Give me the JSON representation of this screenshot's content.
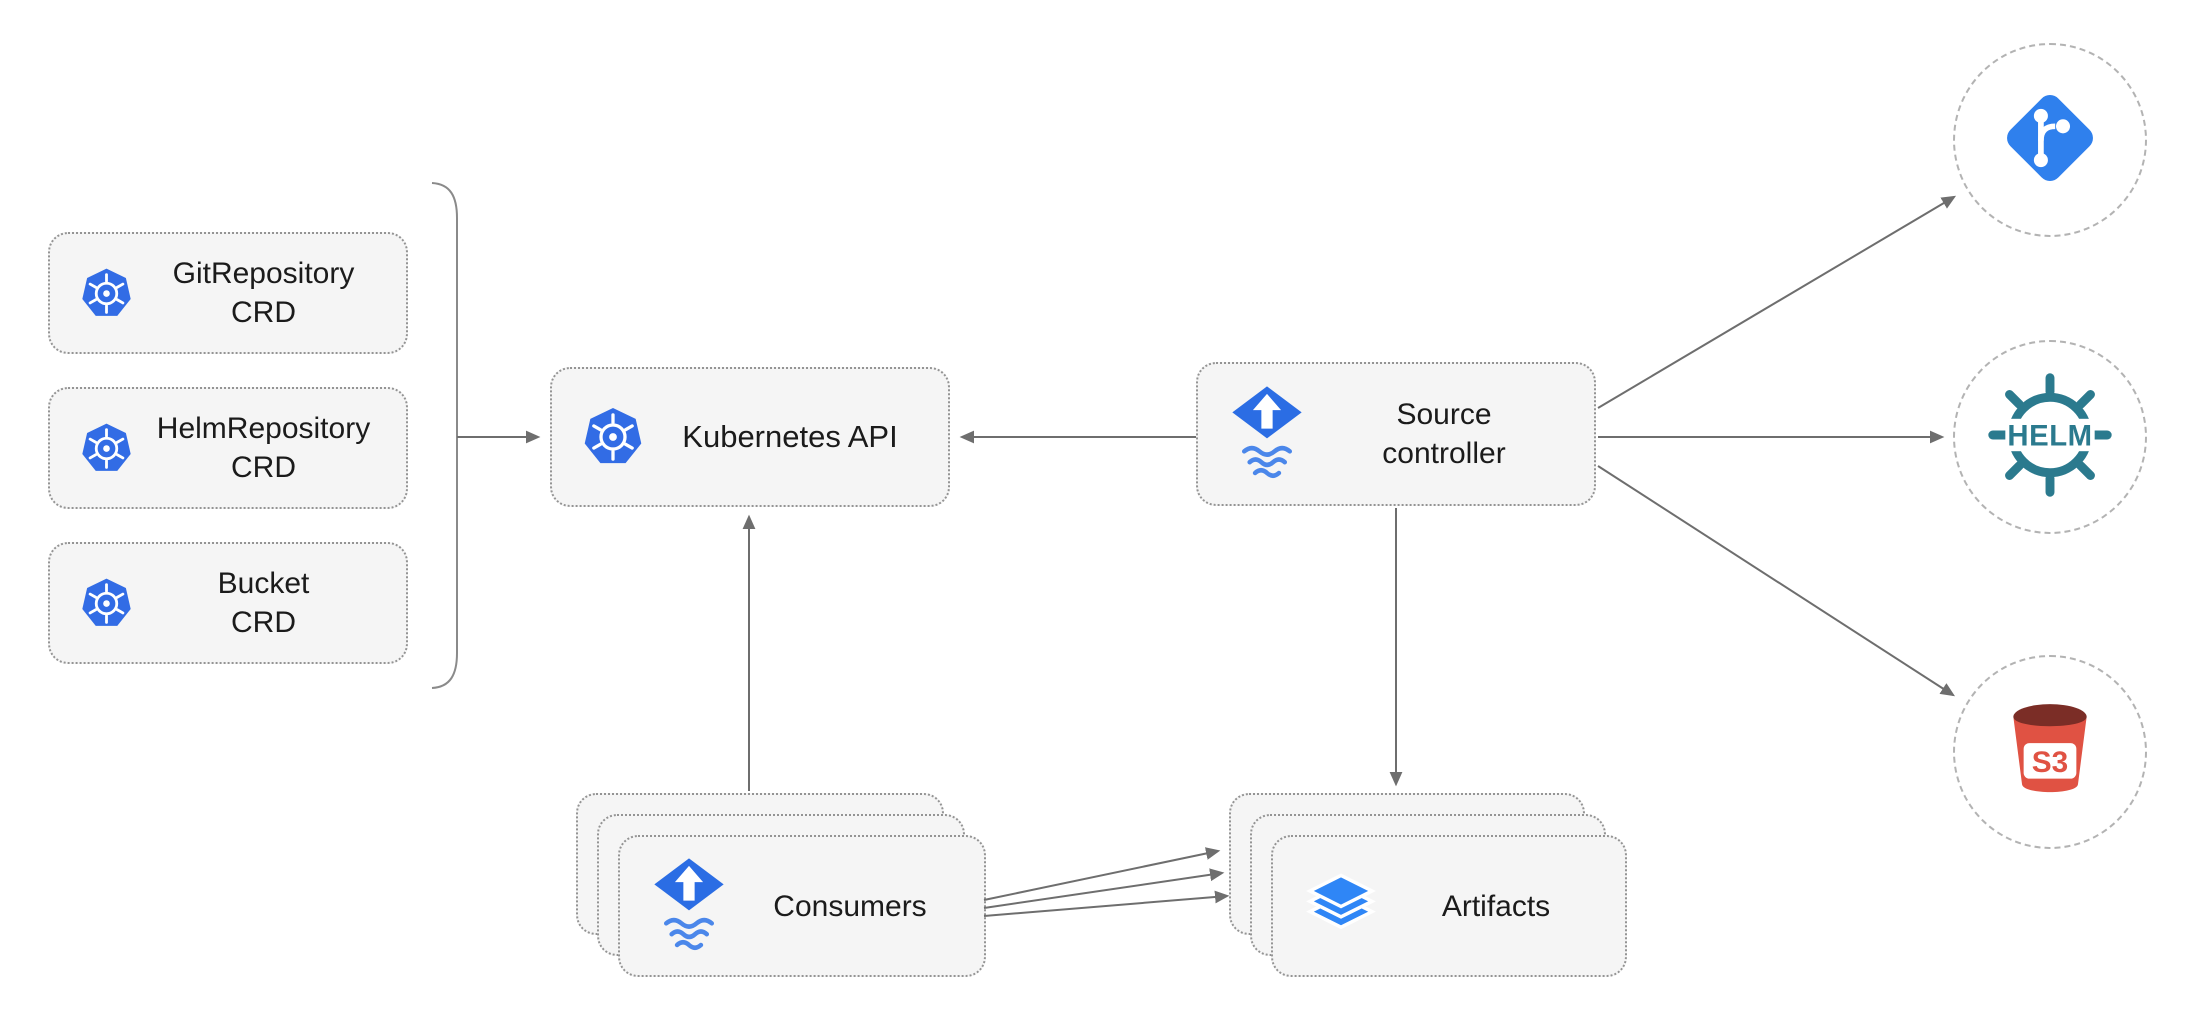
{
  "diagram": {
    "crd_group": [
      {
        "label": "GitRepository\nCRD",
        "icon": "kubernetes-icon"
      },
      {
        "label": "HelmRepository\nCRD",
        "icon": "kubernetes-icon"
      },
      {
        "label": "Bucket\nCRD",
        "icon": "kubernetes-icon"
      }
    ],
    "kubernetes_api": {
      "label": "Kubernetes API",
      "icon": "kubernetes-icon"
    },
    "source_controller": {
      "label": "Source\ncontroller",
      "icon": "flux-icon"
    },
    "consumers": {
      "label": "Consumers",
      "icon": "flux-icon"
    },
    "artifacts": {
      "label": "Artifacts",
      "icon": "layers-icon"
    },
    "endpoints": {
      "git": {
        "icon": "git-icon"
      },
      "helm": {
        "icon": "helm-icon",
        "label": "HELM"
      },
      "s3": {
        "icon": "s3-bucket-icon",
        "label": "S3"
      }
    },
    "colors": {
      "kubernetes_blue": "#326ce5",
      "flux_blue": "#2b6de4",
      "flux_wave_blue": "#4b87ea",
      "git_blue": "#2f80ed",
      "helm_teal": "#2b7a8e",
      "s3_red": "#e05243",
      "s3_dark_red": "#7b2d26",
      "artifacts_blue": "#2f86f6",
      "node_background": "#f5f5f5",
      "node_border": "#949494",
      "arrow": "#6e6e6e",
      "text": "#1b1b1b"
    }
  }
}
